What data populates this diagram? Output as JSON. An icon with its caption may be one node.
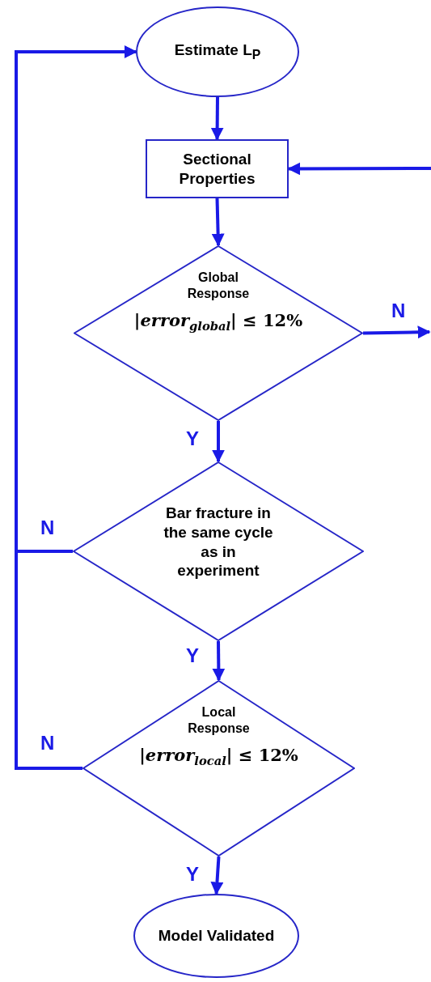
{
  "diagram": {
    "nodes": [
      {
        "text": [
          "Estimate L$_{P}$"
        ]
      },
      {
        "text": [
          "Sectional Properties"
        ]
      },
      {
        "text": [
          "Global Response",
          "|*error*$_{global}$| ≤ 12%"
        ]
      },
      {
        "text": [
          "Bar fracture in the same cycle as in experiment"
        ]
      },
      {
        "text": [
          "Local Response",
          "|*error*$_{local}$| ≤ 12%"
        ]
      },
      {
        "text": [
          "Model Validated"
        ]
      }
    ],
    "edges": [
      {
        "from": 0,
        "to": 1,
        "arrow": "to"
      },
      {
        "from": 1,
        "to": 2,
        "arrow": "to"
      },
      {
        "from": 2,
        "to": null,
        "arrow": "to",
        "label": "N"
      },
      {
        "from": null,
        "to": 1,
        "arrow": "to"
      },
      {
        "from": 2,
        "to": 3,
        "arrow": "to",
        "label": "Y"
      },
      {
        "from": 3,
        "to": 0,
        "arrow": "to",
        "label": "N"
      },
      {
        "from": 3,
        "to": 4,
        "arrow": "to",
        "label": "Y"
      },
      {
        "from": 4,
        "to": 0,
        "arrow": "to",
        "label": "N"
      },
      {
        "from": 4,
        "to": 5,
        "arrow": "to",
        "label": "Y"
      }
    ]
  }
}
